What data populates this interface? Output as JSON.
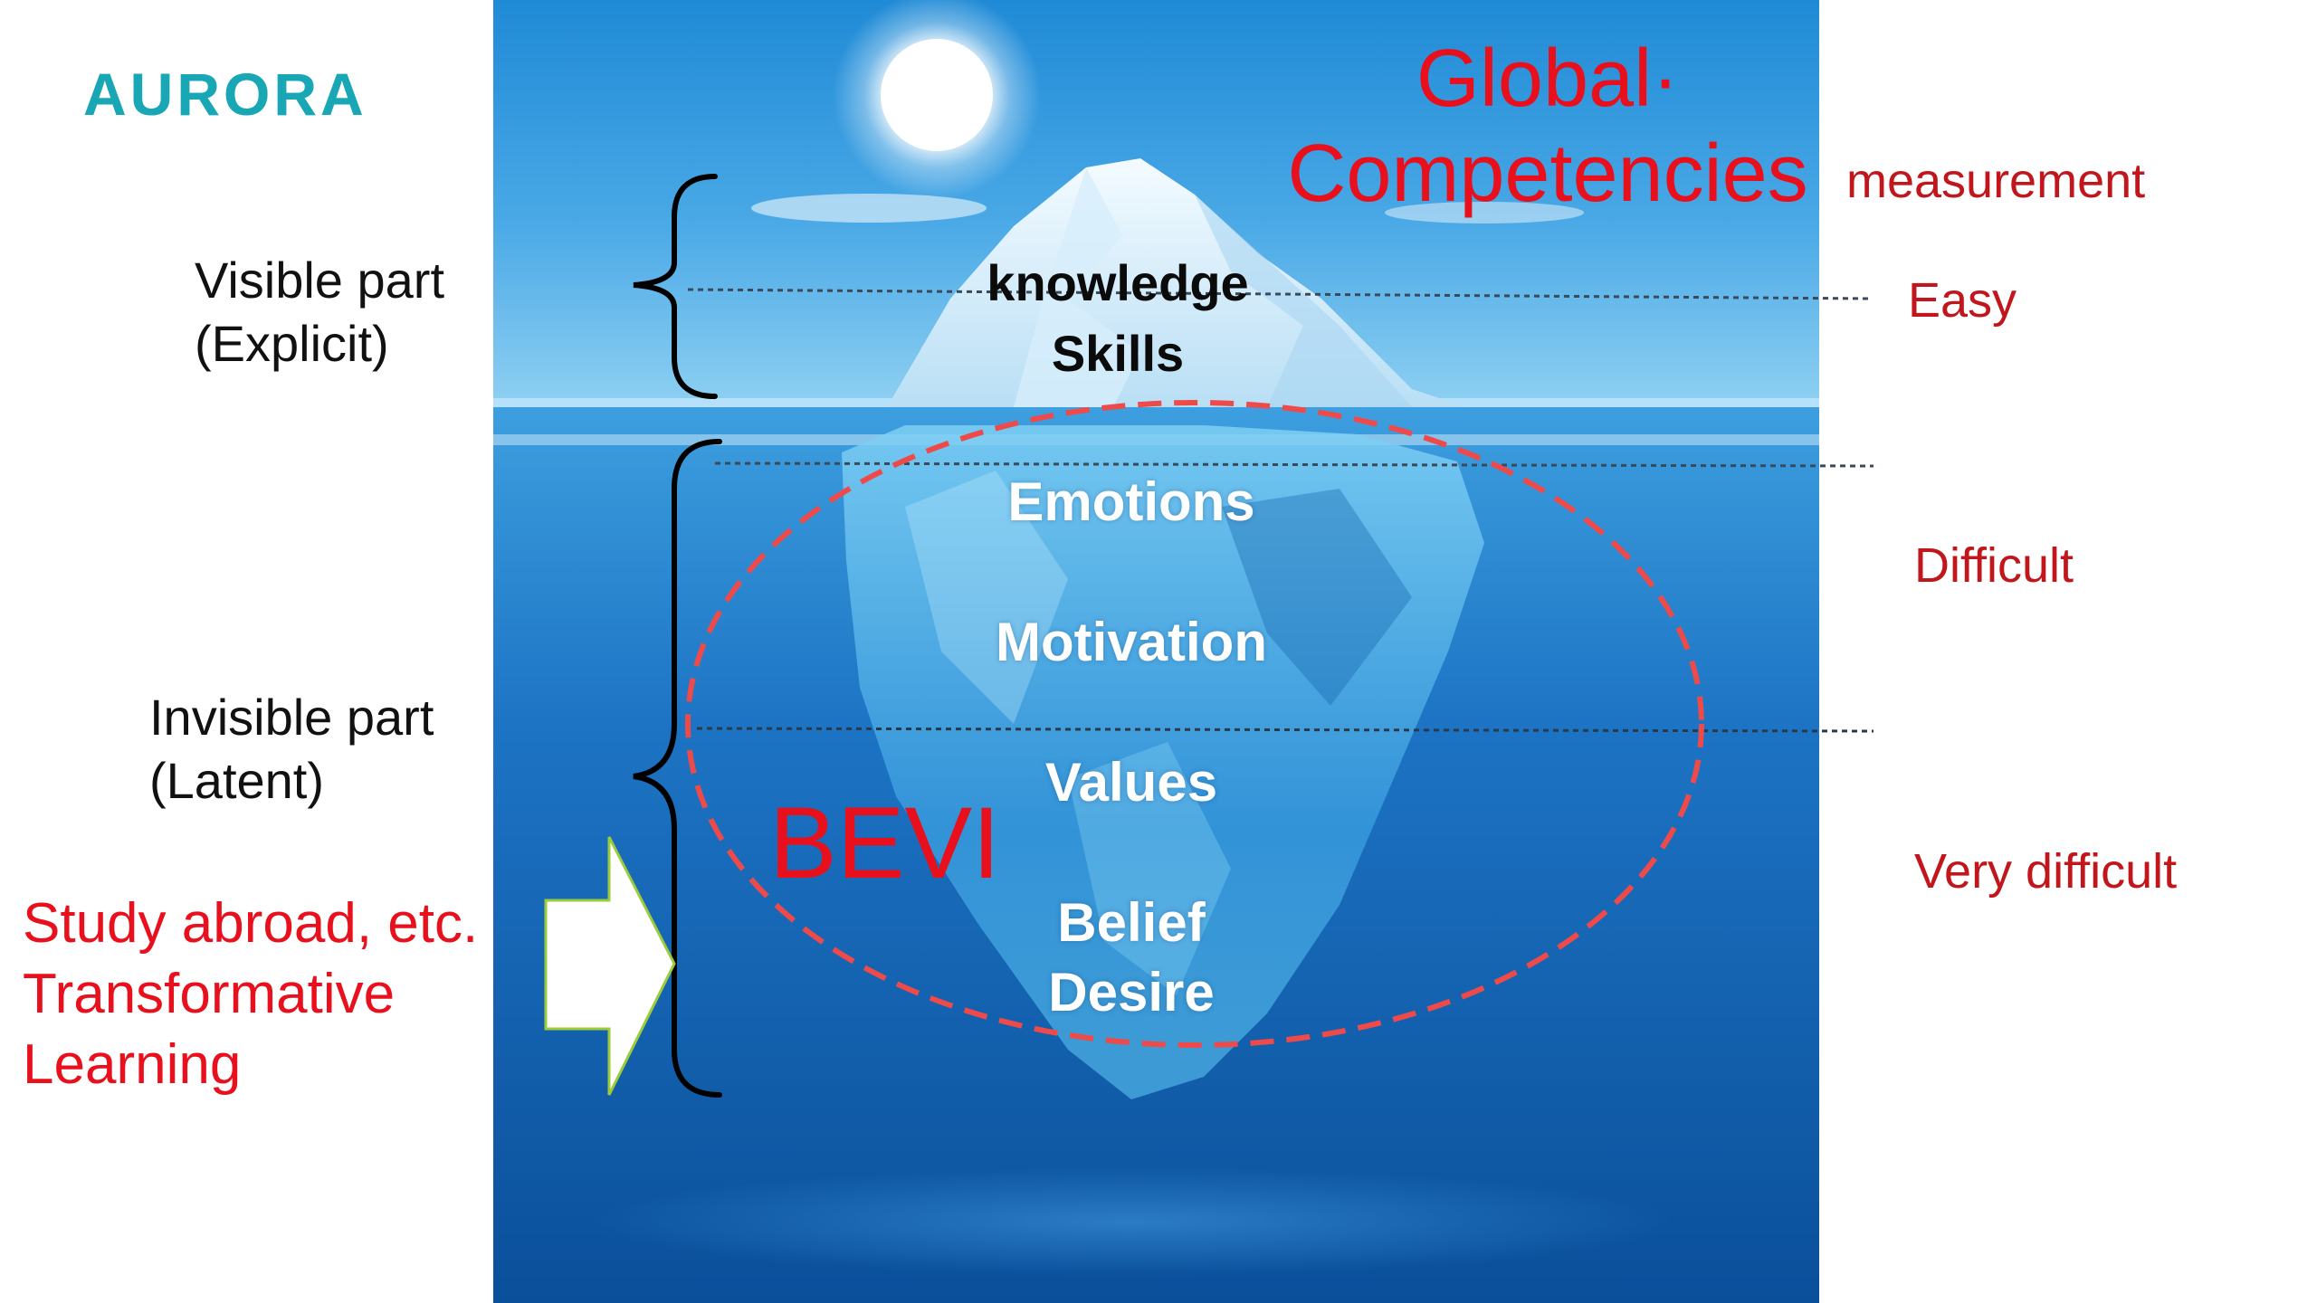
{
  "logo": {
    "text": "AURORA",
    "color": "#19a7b5"
  },
  "title": {
    "line1": "Global·",
    "line2": "Competencies",
    "color": "#e8101c"
  },
  "left_labels": {
    "visible": "Visible part\n(Explicit)",
    "invisible": "Invisible part\n(Latent)",
    "intervention": "Study abroad, etc.\nTransformative\nLearning"
  },
  "iceberg_layers": {
    "above": [
      "knowledge",
      "Skills"
    ],
    "below": [
      "Emotions",
      "Motivation",
      "Values",
      "Belief",
      "Desire"
    ]
  },
  "bevi_label": "BEVI",
  "measurement": {
    "header": "measurement",
    "easy": "Easy",
    "difficult": "Difficult",
    "very_difficult": "Very difficult"
  },
  "colors": {
    "accent_red": "#e8101c",
    "ocean_top": "#7ec6ee",
    "ocean_deep": "#0a4f9a",
    "ellipse": "#ef4a4a",
    "arrow_fill": "#ffffff",
    "arrow_stroke": "#9ccc3a"
  },
  "icons": [
    "left-brace-icon",
    "right-arrow-icon",
    "sun-icon"
  ]
}
